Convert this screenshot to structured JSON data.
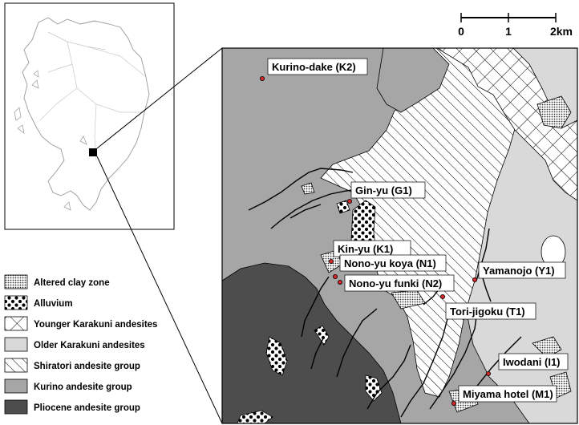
{
  "scale_bar": {
    "ticks": [
      "0",
      "1",
      "2km"
    ]
  },
  "sites": [
    {
      "id": "K2",
      "label": "Kurino-dake (K2)"
    },
    {
      "id": "G1",
      "label": "Gin-yu (G1)"
    },
    {
      "id": "K1",
      "label": "Kin-yu (K1)"
    },
    {
      "id": "N1",
      "label": "Nono-yu koya (N1)"
    },
    {
      "id": "N2",
      "label": "Nono-yu funki (N2)"
    },
    {
      "id": "Y1",
      "label": "Yamanojo (Y1)"
    },
    {
      "id": "T1",
      "label": "Tori-jigoku (T1)"
    },
    {
      "id": "I1",
      "label": "Iwodani (I1)"
    },
    {
      "id": "M1",
      "label": "Miyama hotel (M1)"
    }
  ],
  "legend": [
    {
      "label": "Altered clay zone",
      "pattern": "dense-dots"
    },
    {
      "label": "Alluvium",
      "pattern": "large-dots"
    },
    {
      "label": "Younger Karakuni andesites",
      "pattern": "crosshatch"
    },
    {
      "label": "Older Karakuni andesites",
      "pattern": "light-gray",
      "color": "#d9d9d9"
    },
    {
      "label": "Shiratori andesite group",
      "pattern": "diagonal-hatch"
    },
    {
      "label": "Kurino andesite group",
      "pattern": "mid-gray",
      "color": "#a6a6a6"
    },
    {
      "label": "Pliocene andesite group",
      "pattern": "dark-gray",
      "color": "#4d4d4d"
    }
  ]
}
